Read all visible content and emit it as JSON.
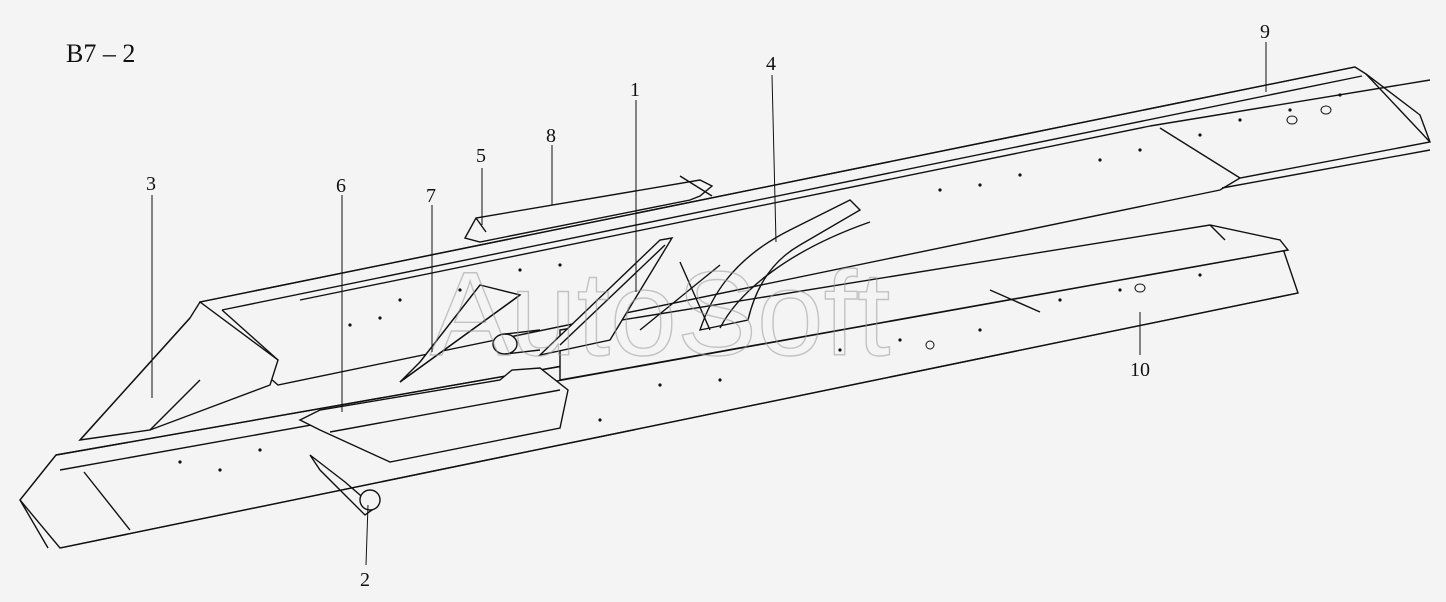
{
  "title": "B7 – 2",
  "watermark": "AutoSoft",
  "callouts": [
    {
      "id": "1",
      "text": "1"
    },
    {
      "id": "2",
      "text": "2"
    },
    {
      "id": "3",
      "text": "3"
    },
    {
      "id": "4",
      "text": "4"
    },
    {
      "id": "5",
      "text": "5"
    },
    {
      "id": "6",
      "text": "6"
    },
    {
      "id": "7",
      "text": "7"
    },
    {
      "id": "8",
      "text": "8"
    },
    {
      "id": "9",
      "text": "9"
    },
    {
      "id": "10",
      "text": "10"
    }
  ]
}
